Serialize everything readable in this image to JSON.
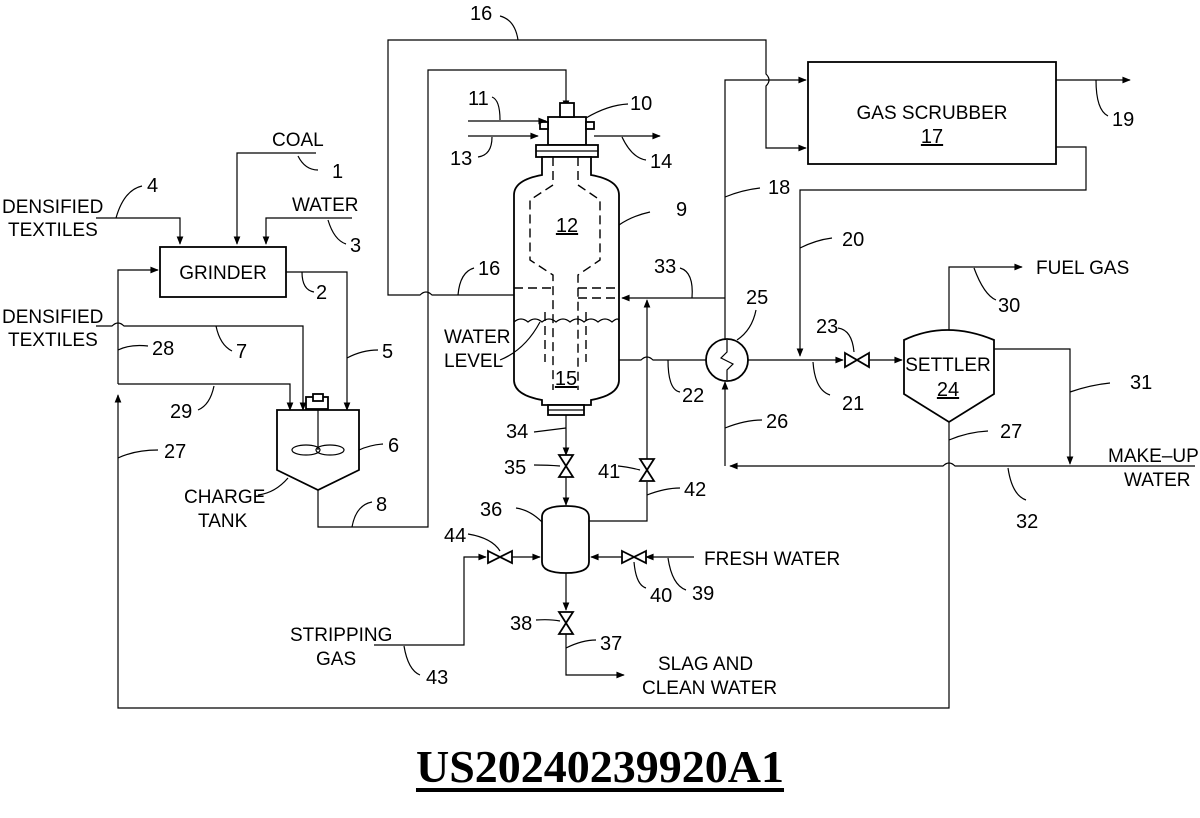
{
  "patent_number": "US20240239920A1",
  "components": {
    "grinder": {
      "label": "GRINDER"
    },
    "gas_scrubber": {
      "label": "GAS SCRUBBER",
      "ref": "17"
    },
    "settler": {
      "label": "SETTLER",
      "ref": "24"
    },
    "charge_tank": {
      "label_line1": "CHARGE",
      "label_line2": "TANK",
      "ref": "6"
    },
    "reactor": {
      "ref": "9",
      "upper_zone_ref": "12",
      "lower_zone_ref": "15",
      "burner_ref": "10"
    },
    "heat_exchanger": {
      "ref": "25"
    },
    "stripper": {
      "ref": "36"
    }
  },
  "stream_labels": {
    "coal": "COAL",
    "water": "WATER",
    "densified_textiles_1_line1": "DENSIFIED",
    "densified_textiles_1_line2": "TEXTILES",
    "densified_textiles_2_line1": "DENSIFIED",
    "densified_textiles_2_line2": "TEXTILES",
    "water_level_line1": "WATER",
    "water_level_line2": "LEVEL",
    "fuel_gas": "FUEL GAS",
    "make_up_water_line1": "MAKE–UP",
    "make_up_water_line2": "WATER",
    "fresh_water": "FRESH WATER",
    "stripping_gas_line1": "STRIPPING",
    "stripping_gas_line2": "GAS",
    "slag_line1": "SLAG AND",
    "slag_line2": "CLEAN WATER"
  },
  "reference_numbers": {
    "n1": "1",
    "n2": "2",
    "n3": "3",
    "n4": "4",
    "n5": "5",
    "n6": "6",
    "n7": "7",
    "n8": "8",
    "n9": "9",
    "n10": "10",
    "n11": "11",
    "n13": "13",
    "n14": "14",
    "n16a": "16",
    "n16b": "16",
    "n18": "18",
    "n19": "19",
    "n20": "20",
    "n21": "21",
    "n22": "22",
    "n23": "23",
    "n25": "25",
    "n26": "26",
    "n27a": "27",
    "n27b": "27",
    "n28": "28",
    "n29": "29",
    "n30": "30",
    "n31": "31",
    "n32": "32",
    "n33": "33",
    "n34": "34",
    "n35": "35",
    "n37": "37",
    "n38": "38",
    "n39": "39",
    "n40": "40",
    "n41": "41",
    "n42": "42",
    "n43": "43",
    "n44": "44"
  }
}
